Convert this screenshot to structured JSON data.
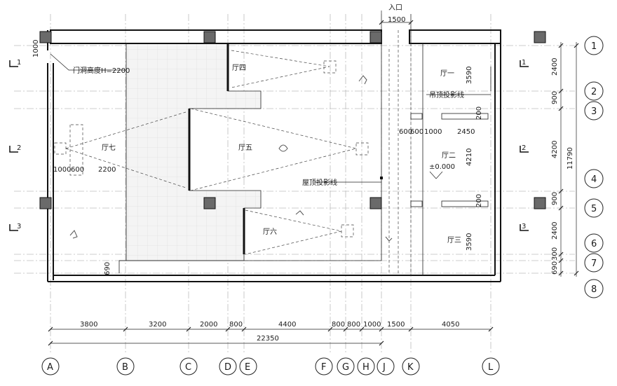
{
  "entrance": {
    "label": "入口",
    "width": "1500"
  },
  "annotations": {
    "door_height": "门洞高度H=2200",
    "ceiling_projection": "吊顶投影线",
    "roof_projection": "屋顶投影线",
    "floor_level": "±0.000"
  },
  "rooms": {
    "hall1": "厅一",
    "hall2": "厅二",
    "hall3": "厅三",
    "hall4": "厅四",
    "hall5": "厅五",
    "hall6": "厅六",
    "hall7": "厅七"
  },
  "section_marks": [
    "1",
    "2",
    "3"
  ],
  "grid_letters": [
    "A",
    "B",
    "C",
    "D",
    "E",
    "F",
    "G",
    "H",
    "J",
    "K",
    "L"
  ],
  "grid_numbers": [
    "1",
    "2",
    "3",
    "4",
    "5",
    "6",
    "7",
    "8"
  ],
  "bottom_dims": [
    "3800",
    "3200",
    "2000",
    "800",
    "4400",
    "800",
    "800",
    "1000",
    "1500",
    "4050"
  ],
  "bottom_total": "22350",
  "right_dims": [
    "2400",
    "900",
    "4200",
    "900",
    "2400",
    "300",
    "690"
  ],
  "right_total": "11790",
  "inner_dims": {
    "left_top": "1000",
    "hall7_row": [
      "1000",
      "600",
      "2200"
    ],
    "bottom_left": "690",
    "hall2_row": [
      "600",
      "600",
      "1000",
      "2450"
    ],
    "hall1_v": "3590",
    "hall2_v": "4210",
    "hall3_v": "3590",
    "wall_a": "200",
    "wall_b": "200"
  }
}
